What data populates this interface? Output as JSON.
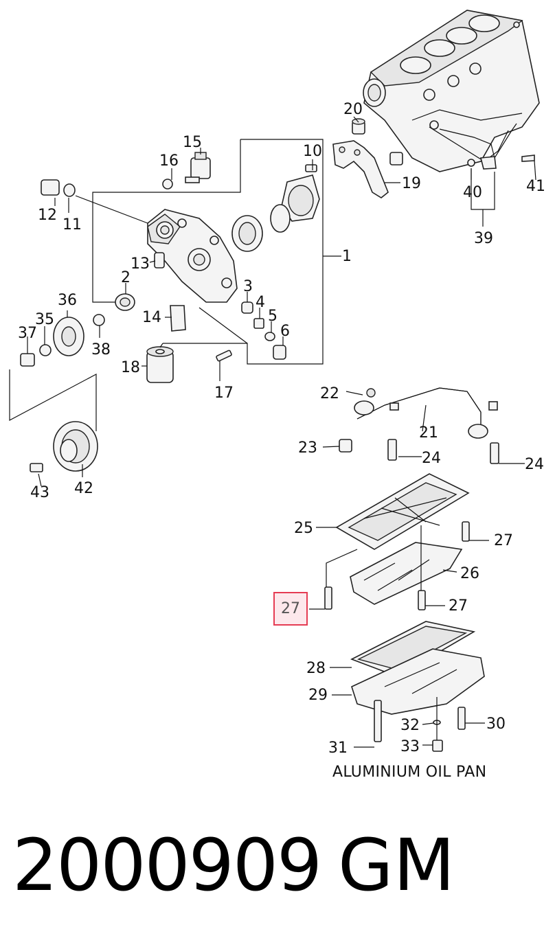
{
  "labels": {
    "l1": "1",
    "l2": "2",
    "l3": "3",
    "l4": "4",
    "l5": "5",
    "l6": "6",
    "l10": "10",
    "l11": "11",
    "l12": "12",
    "l13": "13",
    "l14": "14",
    "l15": "15",
    "l16": "16",
    "l17": "17",
    "l18": "18",
    "l19": "19",
    "l20": "20",
    "l21": "21",
    "l22": "22",
    "l23": "23",
    "l24a": "24",
    "l24b": "24",
    "l25": "25",
    "l26": "26",
    "l27a": "27",
    "l27b": "27",
    "l28": "28",
    "l29": "29",
    "l30": "30",
    "l31": "31",
    "l32": "32",
    "l33": "33",
    "l35": "35",
    "l36": "36",
    "l37": "37",
    "l38": "38",
    "l39": "39",
    "l40": "40",
    "l41": "41",
    "l42": "42",
    "l43": "43"
  },
  "highlight": {
    "label": "27",
    "color": "#e53b52"
  },
  "caption": "ALUMINIUM OIL PAN",
  "footer": {
    "part_number": "2000909",
    "brand": "GM"
  }
}
